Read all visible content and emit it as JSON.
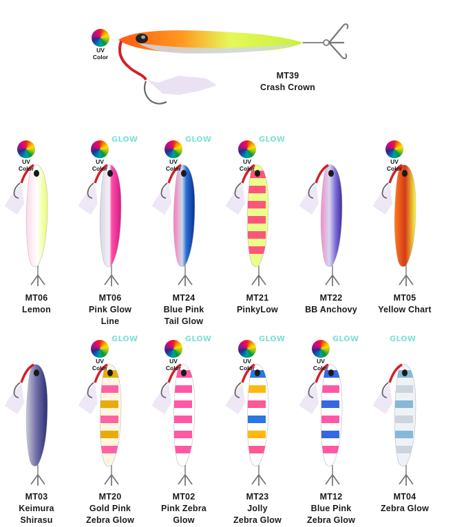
{
  "hero": {
    "code": "MT39",
    "name": "Crash Crown"
  },
  "badges": {
    "uv_line1": "UV",
    "uv_line2": "Color",
    "glow": "GLOW"
  },
  "row1": [
    {
      "code": "MT06",
      "line1": "Lemon",
      "line2": "",
      "uv": true,
      "glow": false
    },
    {
      "code": "MT06",
      "line1": "Pink Glow",
      "line2": "Line",
      "uv": true,
      "glow": true
    },
    {
      "code": "MT24",
      "line1": "Blue Pink",
      "line2": "Tail Glow",
      "uv": true,
      "glow": true
    },
    {
      "code": "MT21",
      "line1": "PinkyLow",
      "line2": "",
      "uv": true,
      "glow": true
    },
    {
      "code": "MT22",
      "line1": "BB Anchovy",
      "line2": "",
      "uv": false,
      "glow": false
    },
    {
      "code": "MT05",
      "line1": "Yellow Chart",
      "line2": "",
      "uv": true,
      "glow": false
    }
  ],
  "row2": [
    {
      "code": "MT03",
      "line1": "Keimura",
      "line2": "Shirasu",
      "uv": false,
      "glow": false
    },
    {
      "code": "MT20",
      "line1": "Gold Pink",
      "line2": "Zebra Glow",
      "uv": true,
      "glow": true
    },
    {
      "code": "MT02",
      "line1": "Pink Zebra",
      "line2": "Glow",
      "uv": true,
      "glow": true
    },
    {
      "code": "MT23",
      "line1": "Jolly",
      "line2": "Zebra Glow",
      "uv": true,
      "glow": true
    },
    {
      "code": "MT12",
      "line1": "Blue Pink",
      "line2": "Zebra Glow",
      "uv": true,
      "glow": true
    },
    {
      "code": "MT04",
      "line1": "Zebra Glow",
      "line2": "",
      "uv": false,
      "glow": true
    }
  ]
}
